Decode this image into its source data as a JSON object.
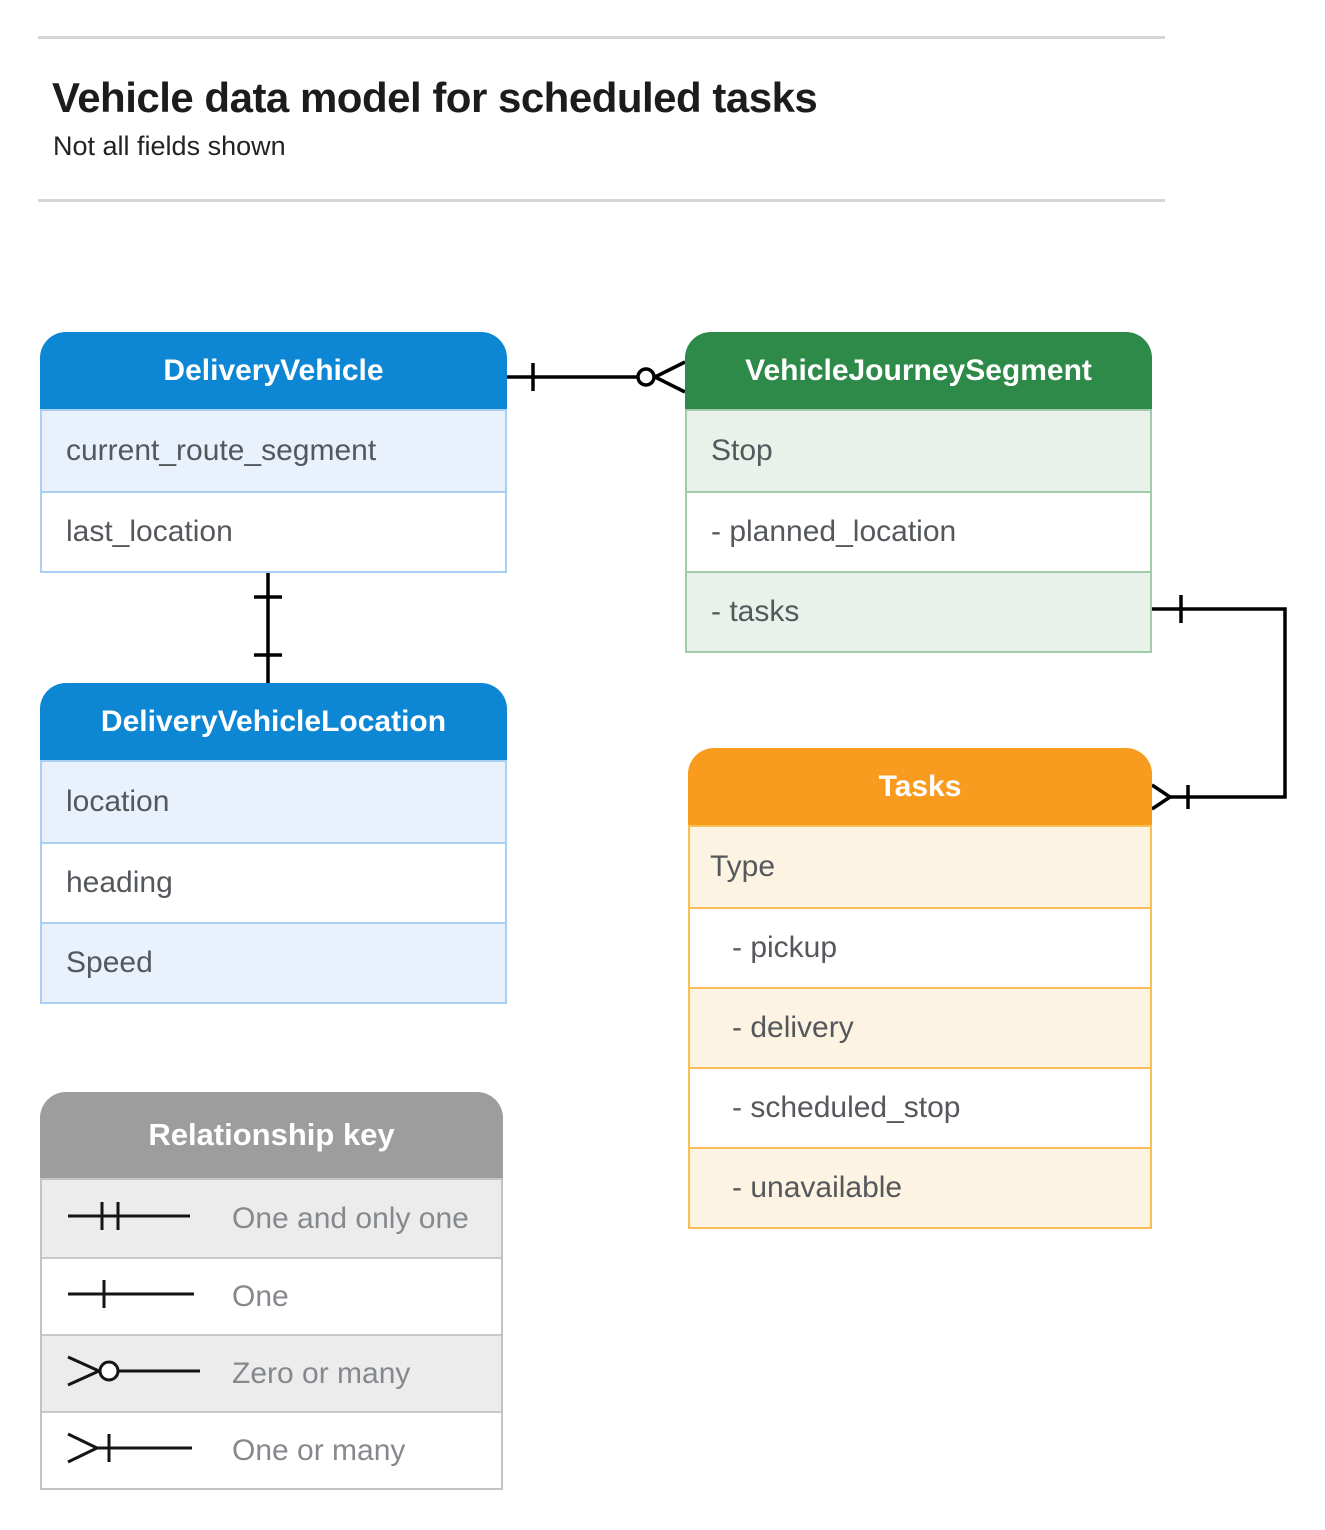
{
  "page": {
    "title": "Vehicle data model for scheduled tasks",
    "subtitle": "Not all fields shown"
  },
  "colors": {
    "blue_header": "#0d87d3",
    "blue_tint": "#e8f1fc",
    "green_header": "#2e8a49",
    "green_tint": "#e8f2ea",
    "orange_header": "#f89b1e",
    "orange_tint": "#fdf3e2",
    "key_header": "#9d9d9d",
    "key_tint": "#ececec",
    "line": "#000000",
    "row_text": "#54585c"
  },
  "entities": [
    {
      "title": "DeliveryVehicle",
      "rows": [
        "current_route_segment",
        "last_location"
      ]
    },
    {
      "title": "VehicleJourneySegment",
      "rows": [
        "Stop",
        "- planned_location",
        "- tasks"
      ]
    },
    {
      "title": "DeliveryVehicleLocation",
      "rows": [
        "location",
        "heading",
        "Speed"
      ]
    },
    {
      "title": "Tasks",
      "rows": [
        "Type",
        "- pickup",
        "- delivery",
        "- scheduled_stop",
        "- unavailable"
      ]
    }
  ],
  "legend": {
    "title": "Relationship key",
    "items": [
      {
        "symbol": "one-and-only-one",
        "label": "One and only one"
      },
      {
        "symbol": "one",
        "label": "One"
      },
      {
        "symbol": "zero-or-many",
        "label": "Zero or many"
      },
      {
        "symbol": "one-or-many",
        "label": "One or many"
      }
    ]
  },
  "relationships": [
    {
      "from_entity": "DeliveryVehicle",
      "to_entity": "VehicleJourneySegment",
      "from_cardinality": "One",
      "to_cardinality": "Zero or many"
    },
    {
      "from_entity": "DeliveryVehicle",
      "to_entity": "DeliveryVehicleLocation",
      "from_cardinality": "One",
      "to_cardinality": "One"
    },
    {
      "from_entity": "VehicleJourneySegment (tasks)",
      "to_entity": "Tasks",
      "from_cardinality": "One",
      "to_cardinality": "One or many"
    }
  ]
}
